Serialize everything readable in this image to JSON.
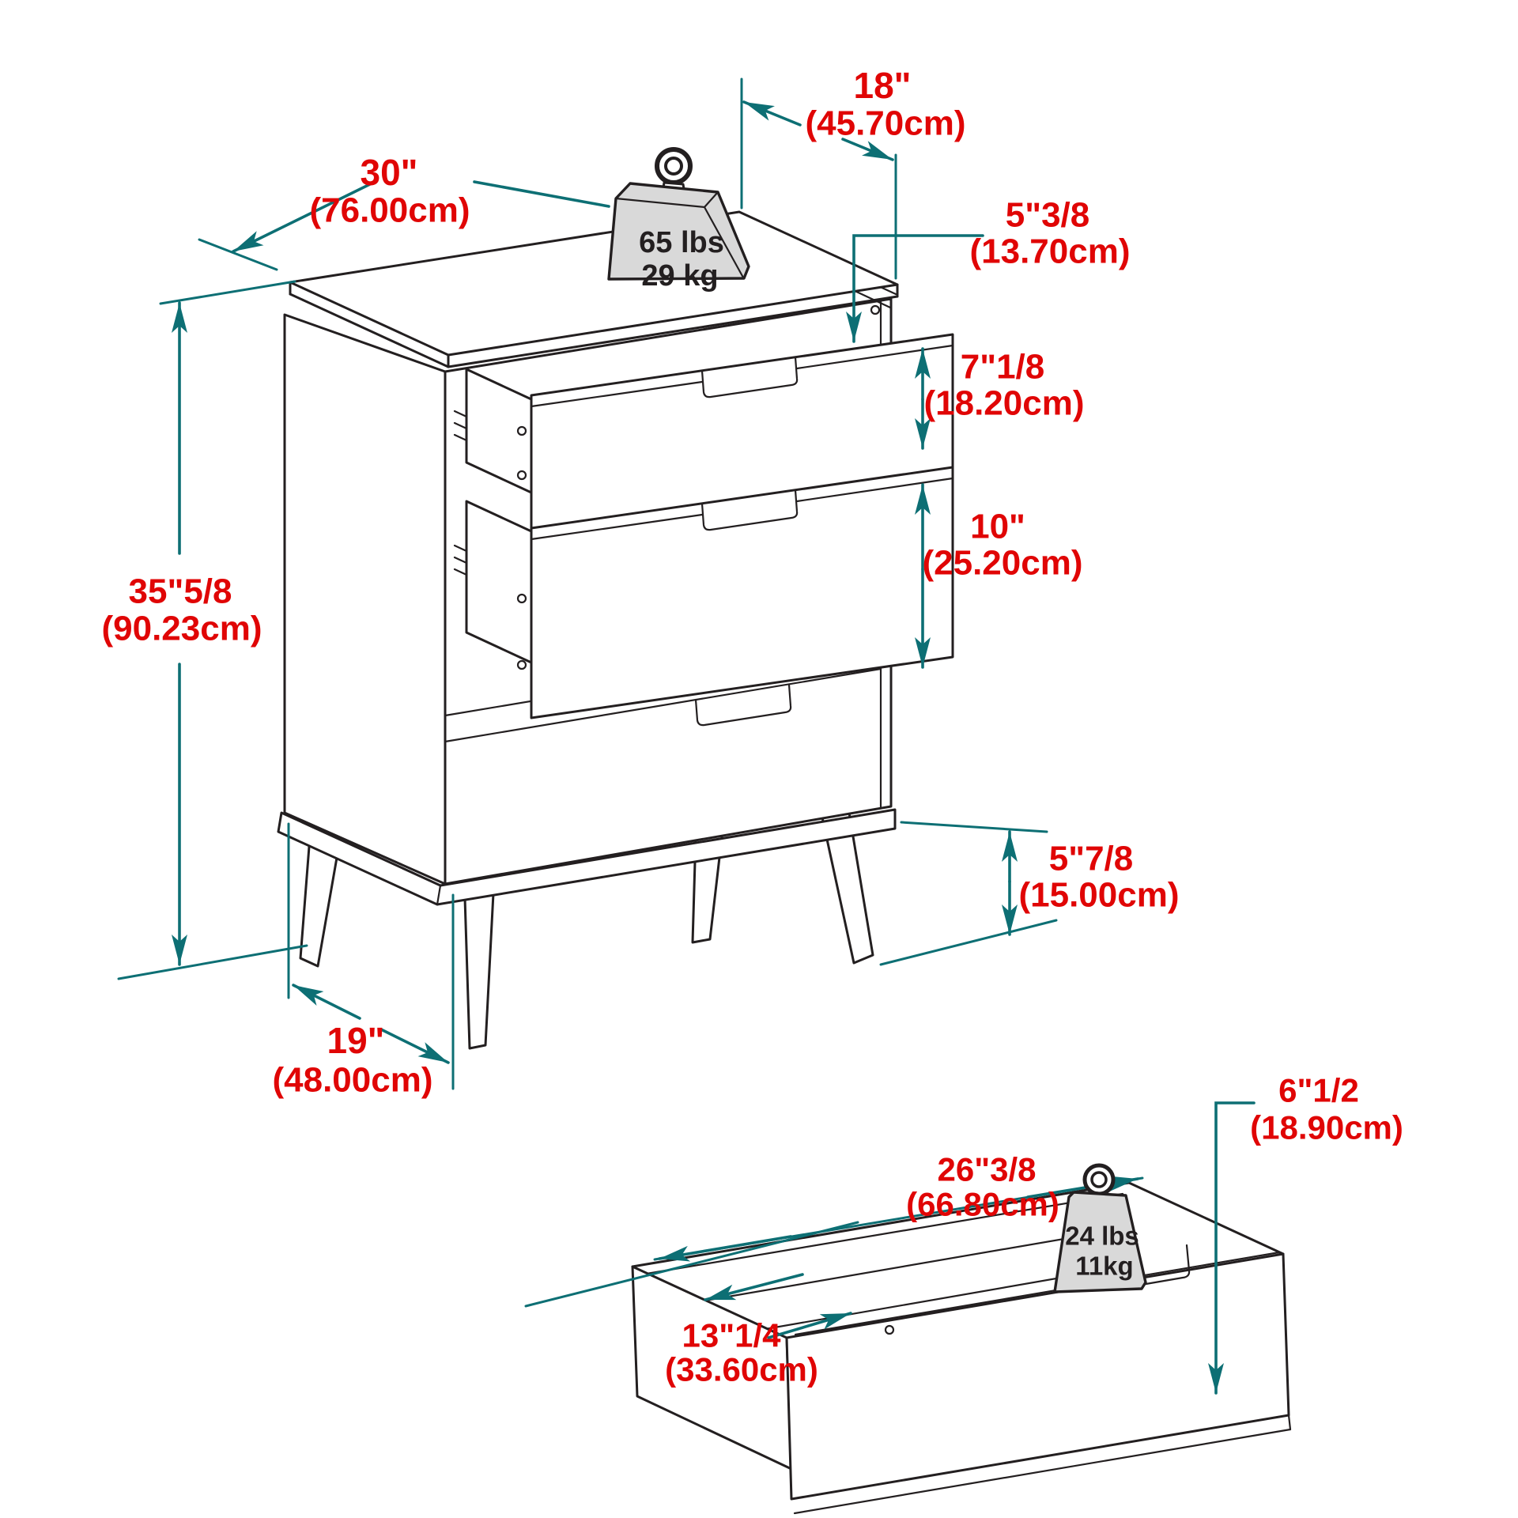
{
  "colors": {
    "dimension_line": "#0d6f74",
    "dimension_text": "#e00505",
    "line_art": "#231f20",
    "weight_fill": "#d9d9d9",
    "background": "#ffffff"
  },
  "dresser": {
    "weight": {
      "lbs": "65 lbs",
      "kg": "29 kg"
    },
    "dims": {
      "width": {
        "in": "30\"",
        "cm": "(76.00cm)"
      },
      "top_depth": {
        "in": "18\"",
        "cm": "(45.70cm)"
      },
      "top_frame": {
        "in": "5\"3/8",
        "cm": "(13.70cm)"
      },
      "drawer1_height": {
        "in": "7\"1/8",
        "cm": "(18.20cm)"
      },
      "drawer2_height": {
        "in": "10\"",
        "cm": "(25.20cm)"
      },
      "total_height": {
        "in": "35\"5/8",
        "cm": "(90.23cm)"
      },
      "leg_height": {
        "in": "5\"7/8",
        "cm": "(15.00cm)"
      },
      "base_depth": {
        "in": "19\"",
        "cm": "(48.00cm)"
      }
    }
  },
  "drawer_detail": {
    "weight": {
      "lbs": "24 lbs",
      "kg": "11kg"
    },
    "dims": {
      "width": {
        "in": "26\"3/8",
        "cm": "(66.80cm)"
      },
      "height": {
        "in": "6\"1/2",
        "cm": "(18.90cm)"
      },
      "depth": {
        "in": "13\"1/4",
        "cm": "(33.60cm)"
      }
    }
  }
}
